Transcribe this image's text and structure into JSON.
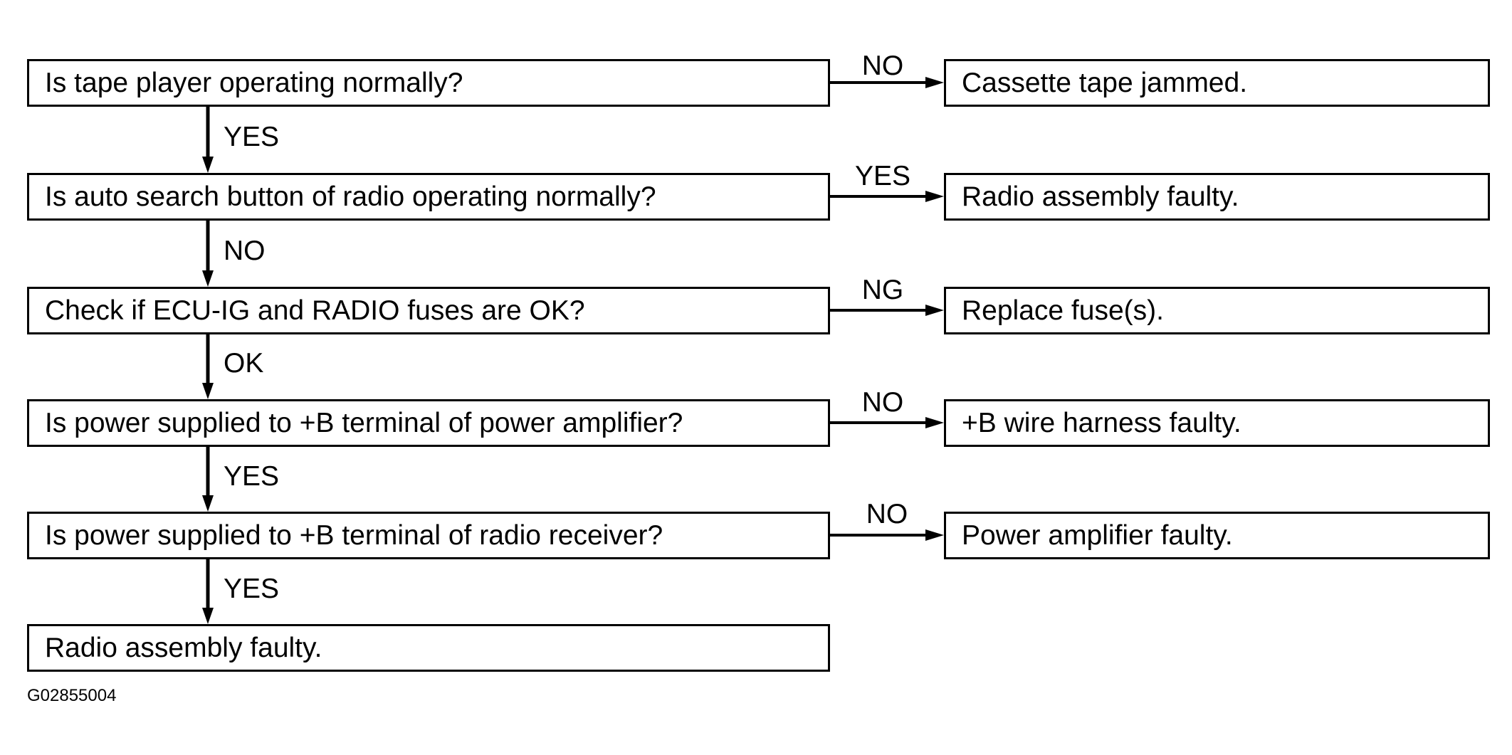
{
  "questions": [
    "Is tape player operating normally?",
    "Is auto search button of radio operating normally?",
    "Check if ECU-IG and RADIO fuses are OK?",
    "Is power supplied to +B terminal of power amplifier?",
    "Is power supplied to +B terminal of radio receiver?"
  ],
  "final_result": "Radio assembly faulty.",
  "results": [
    "Cassette tape jammed.",
    "Radio assembly faulty.",
    "Replace fuse(s).",
    "+B wire harness faulty.",
    "Power amplifier faulty."
  ],
  "branch_labels": [
    "NO",
    "YES",
    "NG",
    "NO",
    "NO"
  ],
  "down_labels": [
    "YES",
    "NO",
    "OK",
    "YES",
    "YES"
  ],
  "figure_id": "G02855004"
}
